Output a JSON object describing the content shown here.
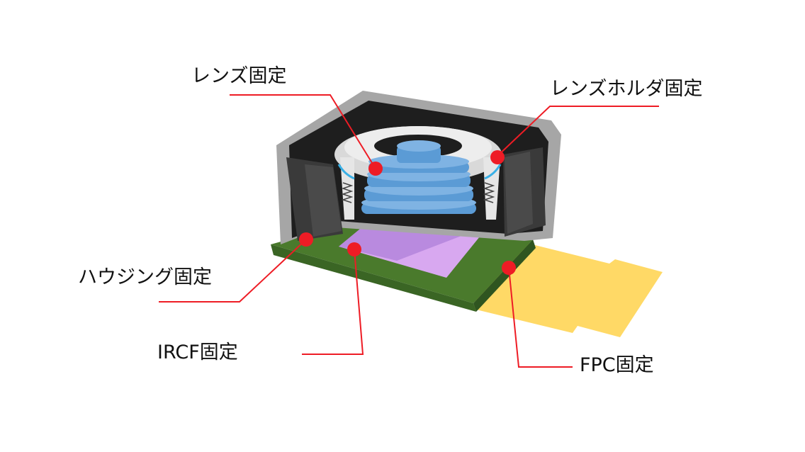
{
  "labels": {
    "lens": "レンズ固定",
    "lens_holder": "レンズホルダ固定",
    "housing": "ハウジング固定",
    "ircf": "IRCF固定",
    "fpc": "FPC固定"
  },
  "colors": {
    "callout": "#ee1c25",
    "board": "#4a7a2c",
    "fpc": "#ffd966",
    "lens": "#5b9bd5",
    "sensor": "#c58fe6",
    "housing_dark": "#1e1e1e",
    "housing_gray": "#a6a6a6"
  }
}
